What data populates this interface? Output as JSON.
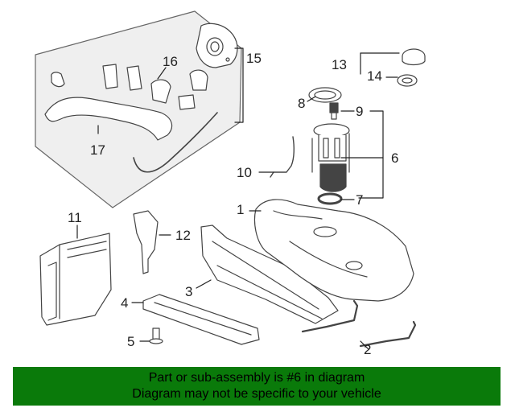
{
  "callouts": {
    "c1": "1",
    "c2": "2",
    "c3": "3",
    "c4": "4",
    "c5": "5",
    "c6": "6",
    "c7": "7",
    "c8": "8",
    "c9": "9",
    "c10": "10",
    "c11": "11",
    "c12": "12",
    "c13": "13",
    "c14": "14",
    "c15": "15",
    "c16": "16",
    "c17": "17"
  },
  "banner": {
    "line1": "Part or sub-assembly is #6 in diagram",
    "line2": "Diagram may not be specific to your vehicle"
  },
  "colors": {
    "banner_bg": "#0a7a0a",
    "panel_bg": "#efefef",
    "line": "#444444"
  }
}
